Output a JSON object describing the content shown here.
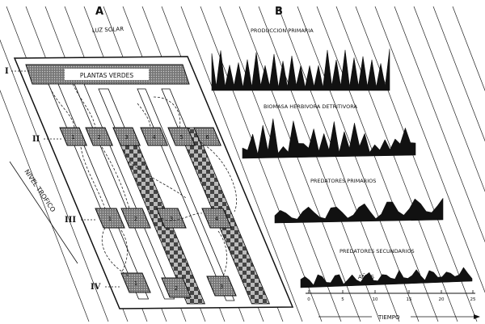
{
  "panels": {
    "a": "A",
    "b": "B"
  },
  "diagram": {
    "luz_solar": "LUZ SOLAR",
    "plantas_verdes": "PLANTAS VERDES",
    "nivel_trofico": "NIVEL TROFICO",
    "levels": [
      "I",
      "II",
      "III",
      "IV"
    ],
    "boxes_level2": [
      "1",
      "2",
      "3",
      "4",
      "5",
      "6"
    ],
    "boxes_level3": [
      "1",
      "2",
      "3",
      "4"
    ],
    "boxes_level4": [
      "1",
      "2",
      "3"
    ]
  },
  "chart_data": [
    {
      "type": "area",
      "title": "PRODUCCION PRIMARIA",
      "pattern": "sharp-seasonal-peaks"
    },
    {
      "type": "area",
      "title": "BIOMASA HERBIVORA DETRITIVORA",
      "pattern": "irregular-peaks"
    },
    {
      "type": "area",
      "title": "PREDATORES PRIMARIOS",
      "pattern": "smooth-low-oscillation"
    },
    {
      "type": "area",
      "title": "PREDATORES SECUNDARIOS",
      "pattern": "flat-low-oscillation"
    }
  ],
  "axis": {
    "anos_label": "AÑOS",
    "ticks": [
      "0",
      "5",
      "10",
      "15",
      "20",
      "25"
    ],
    "tiempo_label": "TIEMPO"
  }
}
